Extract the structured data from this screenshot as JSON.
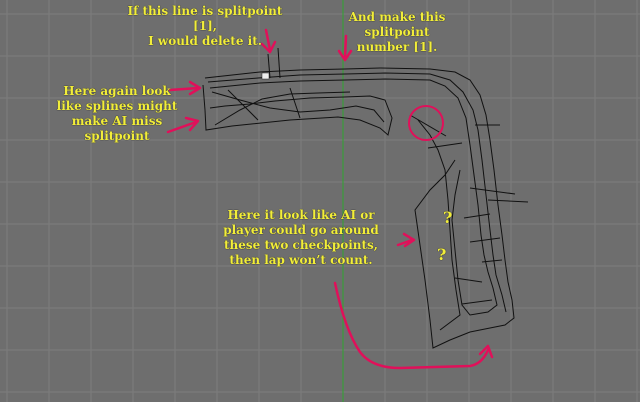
{
  "colors": {
    "background": "#6e6e6e",
    "grid": "#7d7d7d",
    "axis": "#2fa52f",
    "track": "#111111",
    "annotation_text": "#f2ee3a",
    "annotation_arrow": "#e0105a"
  },
  "annotations": {
    "delete_splitpoint": "If this line is splitpoint [1],\nI would delete it.",
    "make_splitpoint": "And make this splitpoint\nnumber [1].",
    "splines_note": "Here again look\nlike splines might\nmake AI miss\nsplitpoint",
    "checkpoints_note": "Here it look like AI or\nplayer could go around\nthese two checkpoints,\nthen lap won’t count.",
    "question_mark_1": "?",
    "question_mark_2": "?"
  }
}
